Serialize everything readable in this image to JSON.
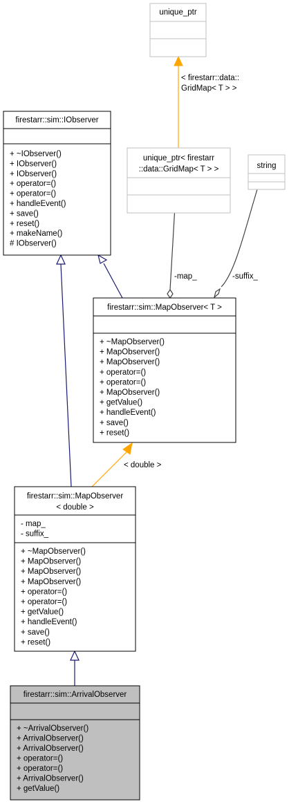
{
  "diagram": {
    "unique_ptr_box": {
      "title": "unique_ptr"
    },
    "unique_ptr_gridmap_box": {
      "title_line1": "unique_ptr< firestarr",
      "title_line2": "::data::GridMap< T > >"
    },
    "string_box": {
      "title": "string"
    },
    "iobserver_box": {
      "title": "firestarr::sim::IObserver",
      "methods": [
        "+ ~IObserver()",
        "+ IObserver()",
        "+ IObserver()",
        "+ operator=()",
        "+ operator=()",
        "+ handleEvent()",
        "+ save()",
        "+ reset()",
        "+ makeName()",
        "# IObserver()"
      ]
    },
    "mapobserver_t_box": {
      "title": "firestarr::sim::MapObserver< T >",
      "methods": [
        "+ ~MapObserver()",
        "+ MapObserver()",
        "+ MapObserver()",
        "+ operator=()",
        "+ operator=()",
        "+ MapObserver()",
        "+ getValue()",
        "+ handleEvent()",
        "+ save()",
        "+ reset()"
      ]
    },
    "mapobserver_double_box": {
      "title_line1": "firestarr::sim::MapObserver",
      "title_line2": "< double >",
      "attributes": [
        "- map_",
        "- suffix_"
      ],
      "methods": [
        "+ ~MapObserver()",
        "+ MapObserver()",
        "+ MapObserver()",
        "+ MapObserver()",
        "+ operator=()",
        "+ operator=()",
        "+ getValue()",
        "+ handleEvent()",
        "+ save()",
        "+ reset()"
      ]
    },
    "arrivalobserver_box": {
      "title": "firestarr::sim::ArrivalObserver",
      "methods": [
        "+ ~ArrivalObserver()",
        "+ ArrivalObserver()",
        "+ ArrivalObserver()",
        "+ operator=()",
        "+ operator=()",
        "+ ArrivalObserver()",
        "+ getValue()"
      ]
    },
    "edge_labels": {
      "template_gridmap_line1": "< firestarr::data::",
      "template_gridmap_line2": "GridMap< T > >",
      "map_member": "-map_",
      "suffix_member": "-suffix_",
      "template_double": "< double >"
    },
    "colors": {
      "inheritance": "#191970",
      "template": "#ffa500",
      "usage": "#404040",
      "highlight_fill": "#bfbfbf"
    }
  }
}
